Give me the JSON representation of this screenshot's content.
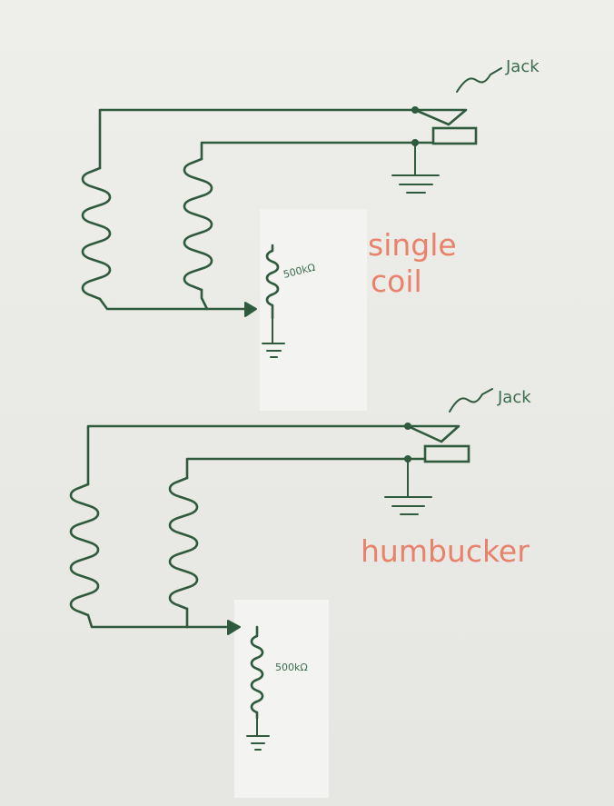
{
  "diagrams": [
    {
      "id": "single-coil",
      "title": "single coil",
      "title_lines": [
        "single",
        "coil"
      ],
      "jack_label": "Jack",
      "pot_label": "500kΩ"
    },
    {
      "id": "humbucker",
      "title": "humbucker",
      "jack_label": "Jack",
      "pot_label": "500kΩ"
    }
  ],
  "colors": {
    "ink": "#2f5a3e",
    "title_ink": "#e8826a",
    "paper": "#ebebe7"
  }
}
